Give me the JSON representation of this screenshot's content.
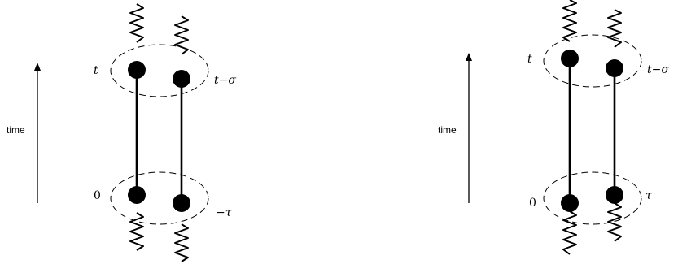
{
  "left_panel": {
    "axis_label": "time",
    "top_left_label": "t",
    "top_right_label": "t−σ",
    "bottom_left_label": "0",
    "bottom_right_label": "−τ"
  },
  "right_panel": {
    "axis_label": "time",
    "top_left_label": "t",
    "top_right_label": "t−σ",
    "bottom_left_label": "0",
    "bottom_right_label": "τ"
  }
}
